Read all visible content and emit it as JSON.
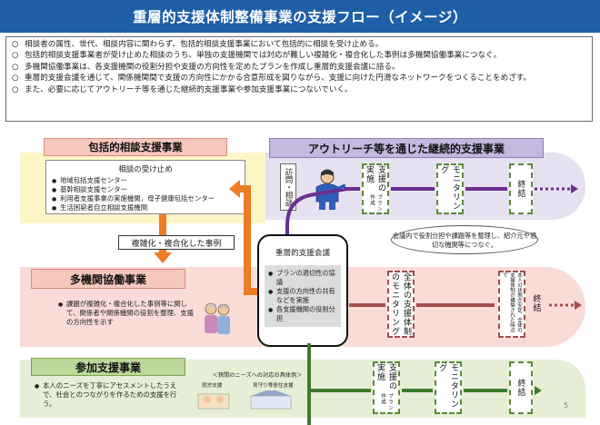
{
  "title": "重層的支援体制整備事業の支援フロー（イメージ）",
  "intro": [
    "相談者の属性、世代、相談内容に関わらず、包括的相談支援事業において包括的に相談を受け止める。",
    "包括的相談支援事業者が受け止めた相談のうち、単独の支援機関では対応が難しい複雑化・複合化した事例は多機関協働事業につなぐ。",
    "多機関協働事業は、各支援機関の役割分担や支援の方向性を定めたプランを作成し重層的支援会議に諮る。",
    "重層的支援会議を通じて、関係機関間で支援の方向性にかかる合意形成を図りながら、支援に向けた円滑なネットワークをつくることをめざす。",
    "また、必要に応じてアウトリーチ等を通じた継続的支援事業や参加支援事業につないでいく。"
  ],
  "comprehensive": {
    "header": "包括的相談支援事業",
    "subtitle": "相談の受け止め",
    "items": [
      "地域包括支援センター",
      "基幹相談支援センター",
      "利用者支援事業の実施機関，母子健康包括センター",
      "生活困窮者自立相談支援機関"
    ]
  },
  "outreach": {
    "header": "アウトリーチ等を通じた継続的支援事業",
    "visit": "訪問・相談",
    "steps": [
      {
        "label": "支援の実施",
        "note": "プラン作成"
      },
      {
        "label": "モニタリング"
      },
      {
        "label": "終結"
      }
    ]
  },
  "complex_label": "複雑化・複合化した事例",
  "meeting": {
    "title": "重層的支援会議",
    "items": [
      "プランの適切性の協議",
      "支援の方向性の共有などを実施",
      "各支援機関の役割分担"
    ]
  },
  "speech_bubble": "会議内で役割分担や課題等を整理し、紹介元や適切な機関等につなぐ。",
  "multi_agency": {
    "header": "多機関協働事業",
    "items": [
      "課題が複雑化・複合化した事例等に関して、関係者や関係機関の役割を整理、支援の方向性を示す"
    ],
    "steps": [
      {
        "label": "全体の支援体制のモニタリング"
      },
      {
        "label": "本人の状態が安定、全体の支援体制が構築された時点で",
        "small": true
      },
      {
        "label": "終結"
      }
    ]
  },
  "participation": {
    "header": "参加支援事業",
    "items": [
      "本人のニーズを丁寧にアセスメントしたうえで、社会とのつながりを作るための支援を行う。"
    ],
    "example_title": "＜狭間のニーズへの対応の具体例＞",
    "example_labels": [
      "就労支援",
      "見守り等居住支援"
    ],
    "steps": [
      {
        "label": "支援の実施",
        "note": "プラン作成"
      },
      {
        "label": "モニタリング"
      },
      {
        "label": "終結"
      }
    ]
  },
  "page_number": "5"
}
